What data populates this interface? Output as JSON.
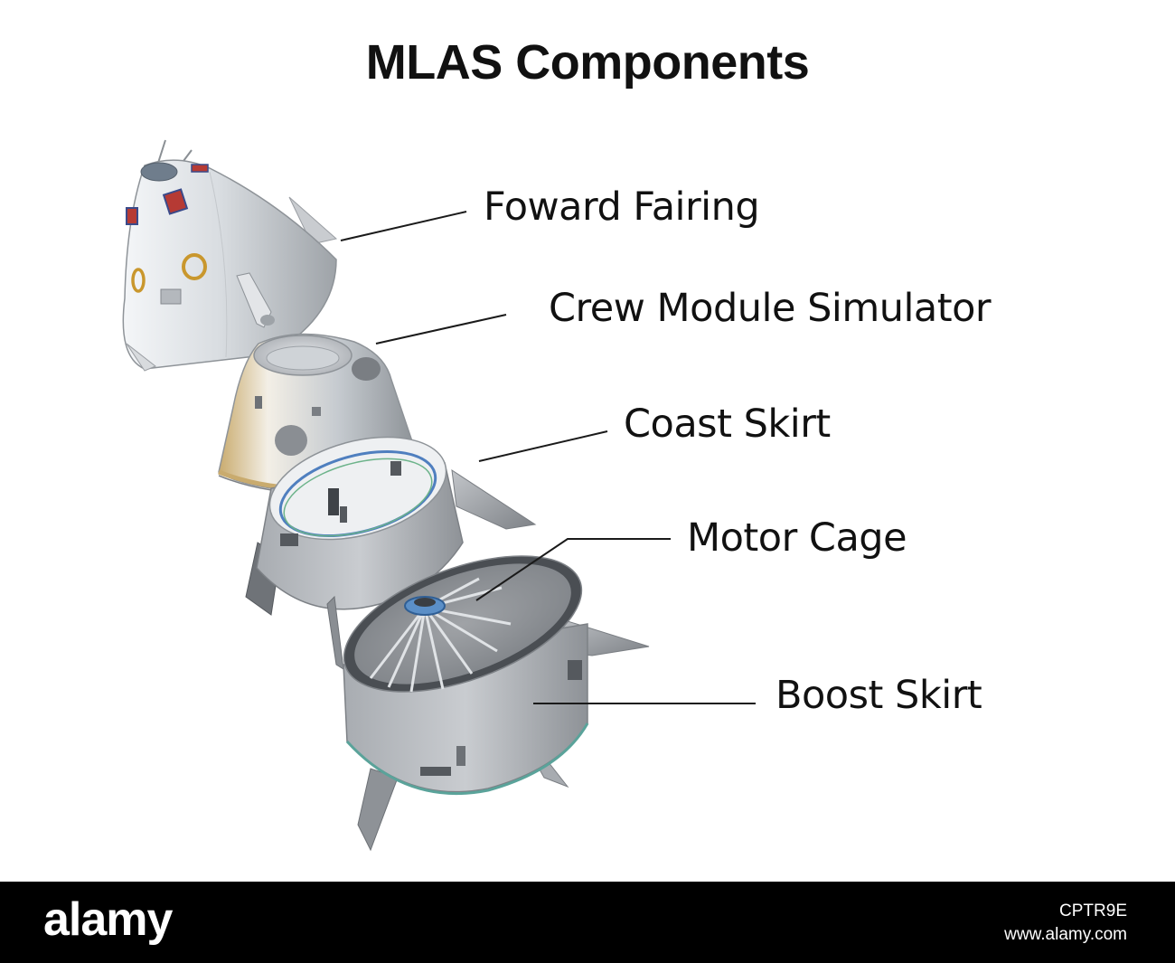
{
  "title": "MLAS Components",
  "components": [
    {
      "key": "forward_fairing",
      "label": "Foward Fairing"
    },
    {
      "key": "crew_module",
      "label": "Crew Module Simulator"
    },
    {
      "key": "coast_skirt",
      "label": "Coast Skirt"
    },
    {
      "key": "motor_cage",
      "label": "Motor Cage"
    },
    {
      "key": "boost_skirt",
      "label": "Boost Skirt"
    }
  ],
  "footer": {
    "logo": "alamy",
    "image_id": "CPTR9E",
    "site": "www.alamy.com"
  },
  "colors": {
    "metal_light": "#e8ebee",
    "metal_mid": "#b9bdc2",
    "metal_dark": "#7d8186",
    "rim_accent": "#4f7fbf",
    "panel_red": "#c0392b"
  }
}
